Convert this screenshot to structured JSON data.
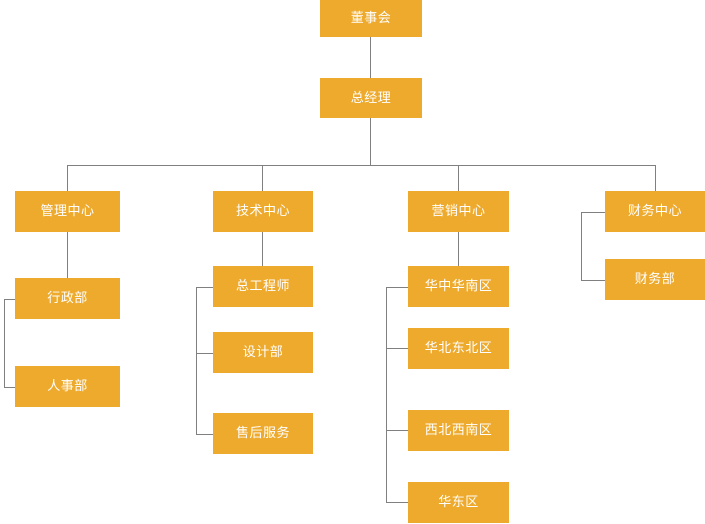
{
  "diagram": {
    "type": "org-chart",
    "title": "",
    "colors": {
      "node_fill": "#eeaa2d",
      "node_text": "#ffffff",
      "connector": "#808080",
      "background": "#ffffff"
    },
    "nodes": {
      "board": {
        "label": "董事会",
        "level": 0
      },
      "general_manager": {
        "label": "总经理",
        "level": 1
      },
      "management_center": {
        "label": "管理中心",
        "level": 2
      },
      "technology_center": {
        "label": "技术中心",
        "level": 2
      },
      "marketing_center": {
        "label": "营销中心",
        "level": 2
      },
      "finance_center": {
        "label": "财务中心",
        "level": 2
      },
      "administration_dept": {
        "label": "行政部",
        "level": 3
      },
      "hr_dept": {
        "label": "人事部",
        "level": 3
      },
      "chief_engineer": {
        "label": "总工程师",
        "level": 3
      },
      "design_dept": {
        "label": "设计部",
        "level": 3
      },
      "aftersales_service": {
        "label": "售后服务",
        "level": 3
      },
      "region_central_south": {
        "label": "华中华南区",
        "level": 3
      },
      "region_north_northeast": {
        "label": "华北东北区",
        "level": 3
      },
      "region_northwest_southwest": {
        "label": "西北西南区",
        "level": 3
      },
      "region_east": {
        "label": "华东区",
        "level": 3
      },
      "finance_dept": {
        "label": "财务部",
        "level": 3
      }
    }
  }
}
